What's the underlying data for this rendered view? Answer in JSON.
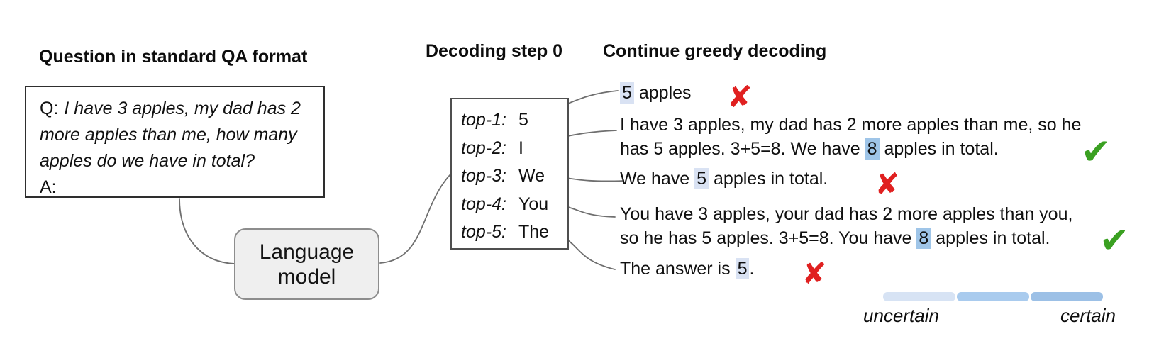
{
  "colors": {
    "highlight_light": "#d9e2f3",
    "highlight_medium": "#9fc5e8",
    "cross_red": "#e02020",
    "check_green": "#3aa021",
    "legend_seg1": "#d7e3f4",
    "legend_seg2": "#a9cbee",
    "legend_seg3": "#9cc0e6"
  },
  "question_panel": {
    "heading": "Question in standard QA format",
    "q_prefix": "Q:",
    "question": "I have 3 apples, my dad has 2 more apples than me, how many apples do we have in total?",
    "a_prefix": "A:"
  },
  "language_model": {
    "label_line1": "Language",
    "label_line2": "model"
  },
  "decoding": {
    "heading": "Decoding step 0",
    "rows": [
      {
        "label": "top-1:",
        "token": "5"
      },
      {
        "label": "top-2:",
        "token": "I"
      },
      {
        "label": "top-3:",
        "token": "We"
      },
      {
        "label": "top-4:",
        "token": "You"
      },
      {
        "label": "top-5:",
        "token": "The"
      }
    ]
  },
  "continuations": {
    "heading": "Continue greedy decoding",
    "items": [
      {
        "segments": [
          {
            "t": "5",
            "h": "light"
          },
          {
            "t": " apples"
          }
        ],
        "verdict": "cross"
      },
      {
        "segments": [
          {
            "t": "I have 3 apples, my dad has 2 more apples than me, so he\nhas 5 apples. 3+5=8. We have "
          },
          {
            "t": "8",
            "h": "medium"
          },
          {
            "t": " apples in total."
          }
        ],
        "verdict": "check"
      },
      {
        "segments": [
          {
            "t": "We have "
          },
          {
            "t": "5",
            "h": "light"
          },
          {
            "t": " apples in total."
          }
        ],
        "verdict": "cross"
      },
      {
        "segments": [
          {
            "t": "You have 3 apples, your dad has 2 more apples than you,\nso he has 5 apples. 3+5=8. You have "
          },
          {
            "t": "8",
            "h": "medium"
          },
          {
            "t": " apples in total."
          }
        ],
        "verdict": "check"
      },
      {
        "segments": [
          {
            "t": "The answer is "
          },
          {
            "t": "5",
            "h": "light"
          },
          {
            "t": "."
          }
        ],
        "verdict": "cross"
      }
    ]
  },
  "legend": {
    "left_label": "uncertain",
    "right_label": "certain"
  },
  "marks": {
    "cross": "✘",
    "check": "✔"
  }
}
